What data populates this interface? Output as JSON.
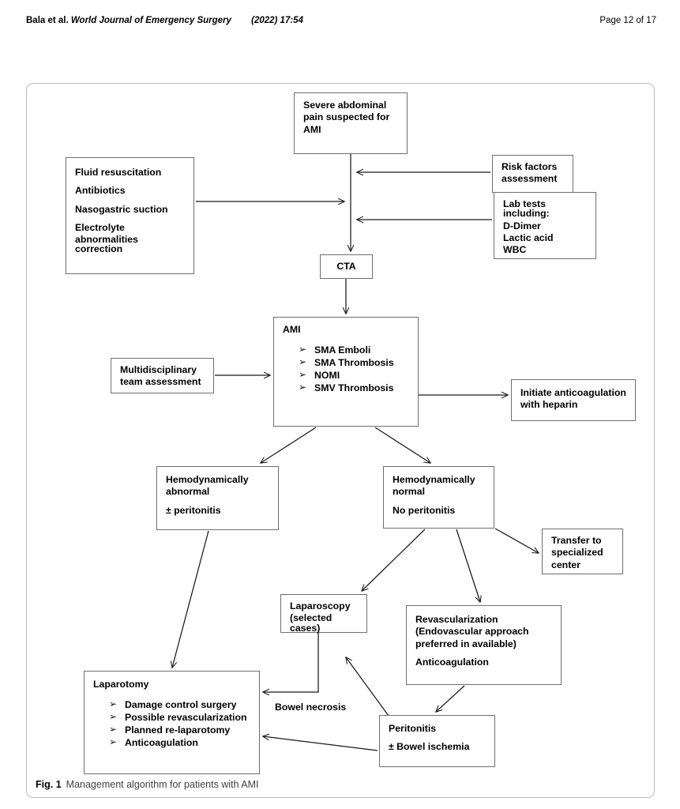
{
  "running_head": {
    "authors": "Bala et al.",
    "journal": "World Journal of Emergency Surgery",
    "issue": "(2022) 17:54",
    "page": "Page 12 of 17"
  },
  "caption": {
    "label": "Fig. 1",
    "text": "Management algorithm for patients with AMI"
  },
  "figure": {
    "title": "Management algorithm for patients with AMI",
    "colors": {
      "box_border": "#6d6f71",
      "frame_border": "#b9bcbe",
      "connector": "#1a1a1a",
      "background": "#ffffff",
      "text": "#000000"
    },
    "boxes": {
      "severe_pain": {
        "lines": [
          "Severe abdominal",
          "pain suspected for",
          "AMI"
        ],
        "text": "Severe abdominal pain suspected for AMI"
      },
      "initial_management": {
        "lines": [
          "Fluid resuscitation",
          "Antibiotics",
          "Nasogastric suction",
          "Electrolyte",
          "abnormalities correction"
        ]
      },
      "risk_factors": {
        "lines": [
          "Risk factors",
          "assessment"
        ]
      },
      "lab_tests": {
        "lines": [
          "Lab tests including:",
          "D-Dimer",
          "Lactic acid",
          "WBC"
        ]
      },
      "cta": {
        "label": "CTA"
      },
      "ami": {
        "title": "AMI",
        "bullets": [
          "SMA Emboli",
          "SMA Thrombosis",
          "NOMI",
          "SMV Thrombosis"
        ],
        "bullet_glyph": "➢"
      },
      "multidisciplinary": {
        "lines": [
          "Multidisciplinary",
          "team assessment"
        ]
      },
      "initiate_anticoagulation": {
        "lines": [
          "Initiate anticoagulation",
          "with heparin"
        ]
      },
      "hemo_abnormal": {
        "lines": [
          "Hemodynamically",
          "abnormal"
        ],
        "sub": "± peritonitis"
      },
      "hemo_normal": {
        "lines": [
          "Hemodynamically",
          "normal"
        ],
        "sub": "No peritonitis"
      },
      "transfer": {
        "lines": [
          "Transfer to",
          "specialized",
          "center"
        ]
      },
      "laparoscopy": {
        "lines": [
          "Laparoscopy",
          "(selected cases)"
        ]
      },
      "revascularization": {
        "lines": [
          "Revascularization",
          "(Endovascular approach",
          "preferred in available)"
        ],
        "sub": "Anticoagulation"
      },
      "laparotomy": {
        "title": "Laparotomy",
        "bullets": [
          "Damage control surgery",
          "Possible revascularization",
          "Planned re-laparotomy",
          "Anticoagulation"
        ],
        "bullet_glyph": "➢"
      },
      "peritonitis": {
        "title": "Peritonitis",
        "sub": "± Bowel ischemia"
      }
    },
    "edge_labels": {
      "bowel_necrosis": "Bowel necrosis"
    }
  }
}
